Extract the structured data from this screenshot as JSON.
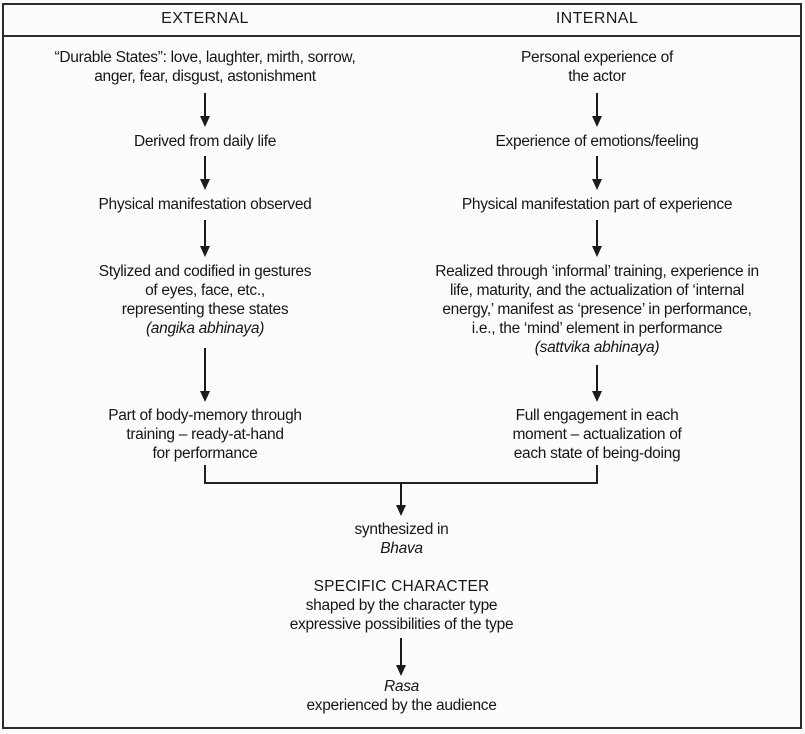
{
  "figure": {
    "type": "flowchart",
    "columns": 2,
    "colors": {
      "ink": "#161616",
      "line": "#2b2b2b",
      "background": "#fcfcfc"
    }
  },
  "left": {
    "header": "EXTERNAL",
    "b1": [
      "“Durable States”: love, laughter, mirth, sorrow,",
      "anger, fear, disgust, astonishment"
    ],
    "b2": [
      "Derived from daily life"
    ],
    "b3": [
      "Physical manifestation observed"
    ],
    "b4": [
      "Stylized and codified in gestures",
      "of eyes, face, etc.,",
      "representing these states",
      "(angika abhinaya)"
    ],
    "b5": [
      "Part of body-memory through",
      "training – ready-at-hand",
      "for performance"
    ]
  },
  "right": {
    "header": "INTERNAL",
    "b1": [
      "Personal experience of",
      "the actor"
    ],
    "b2": [
      "Experience of emotions/feeling"
    ],
    "b3": [
      "Physical manifestation part of experience"
    ],
    "b4": [
      "Realized through ‘informal’ training, experience in",
      "life, maturity, and the actualization of ‘internal",
      "energy,’ manifest as ‘presence’ in performance,",
      "i.e., the ‘mind’ element in performance",
      "(sattvika abhinaya)"
    ],
    "b5": [
      "Full engagement in each",
      "moment – actualization of",
      "each state of being-doing"
    ]
  },
  "center": {
    "synthesized": [
      "synthesized in",
      "Bhava"
    ],
    "character": [
      "SPECIFIC CHARACTER",
      "shaped by the character type",
      "expressive possibilities of the type"
    ],
    "rasa": [
      "Rasa",
      "experienced by the audience"
    ]
  }
}
